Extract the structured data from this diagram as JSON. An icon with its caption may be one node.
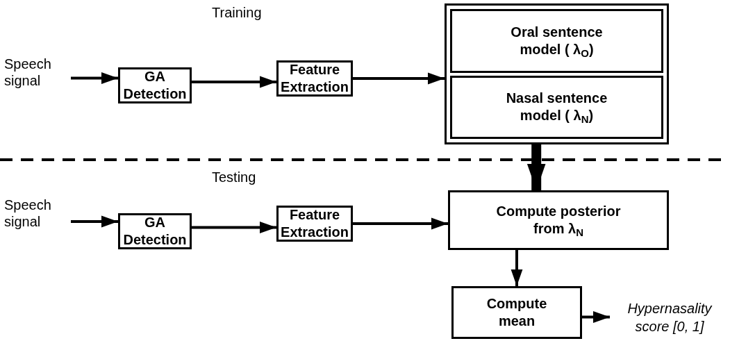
{
  "diagram": {
    "nodes": [
      {
        "text": [
          "Speech signal"
        ]
      },
      {
        "text": [
          "GA Detection"
        ]
      },
      {
        "text": [
          "Feature Extraction"
        ]
      },
      {
        "text": [],
        "shape": "box"
      },
      {
        "text": [
          "Oral sentence model ( λ$_{O}$)"
        ],
        "in": 3
      },
      {
        "text": [
          "Nasal sentence model ( λ$_{N}$)"
        ],
        "in": 3
      },
      {
        "text": [
          "Speech signal"
        ]
      },
      {
        "text": [
          "GA Detection"
        ]
      },
      {
        "text": [
          "Feature Extraction"
        ]
      },
      {
        "text": [
          "Compute posterior from λ$_{N}$"
        ]
      },
      {
        "text": [
          "Compute mean"
        ]
      },
      {
        "text": [
          "Hypernasality score [0, 1]"
        ]
      }
    ],
    "edges": [
      {
        "from": 0,
        "to": 1,
        "arrow": "to"
      },
      {
        "from": 1,
        "to": 2,
        "arrow": "to"
      },
      {
        "from": 2,
        "to": 3,
        "arrow": "to"
      },
      {
        "from": 3,
        "to": 9,
        "arrow": "to",
        "style": "thick"
      },
      {
        "from": 6,
        "to": 7,
        "arrow": "to"
      },
      {
        "from": 7,
        "to": 8,
        "arrow": "to"
      },
      {
        "from": 8,
        "to": 9,
        "arrow": "to"
      },
      {
        "from": 9,
        "to": 10,
        "arrow": "to"
      },
      {
        "from": 10,
        "to": 11,
        "arrow": "to"
      }
    ],
    "labels": [
      "Training",
      "Testing"
    ]
  }
}
